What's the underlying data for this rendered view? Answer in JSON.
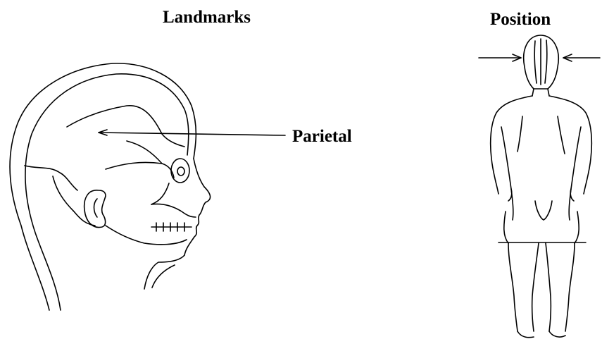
{
  "titles": {
    "left": "Landmarks",
    "right": "Position"
  },
  "labels": {
    "parietal": "Parietal"
  },
  "icons": {
    "head": "skull-profile-illustration",
    "body": "human-figure-back-view-illustration"
  },
  "colors": {
    "ink": "#000000",
    "background": "#ffffff"
  }
}
